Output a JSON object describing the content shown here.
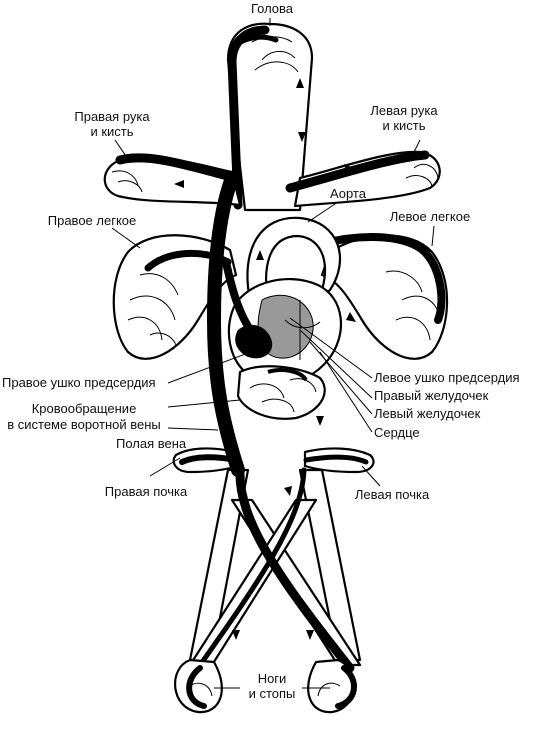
{
  "labels": {
    "head": "Голова",
    "right_arm_1": "Правая рука",
    "right_arm_2": "и кисть",
    "left_arm_1": "Левая рука",
    "left_arm_2": "и кисть",
    "aorta": "Аорта",
    "right_lung": "Правое легкое",
    "left_lung": "Левое легкое",
    "right_atrium": "Правое ушко предсердия",
    "left_atrium": "Левое ушко предсердия",
    "right_ventricle": "Правый желудочек",
    "left_ventricle": "Левый желудочек",
    "portal_1": "Кровообращение",
    "portal_2": "в системе воротной вены",
    "heart": "Сердце",
    "vena_cava": "Полая вена",
    "right_kidney": "Правая почка",
    "left_kidney": "Левая почка",
    "legs_1": "Ноги",
    "legs_2": "и стопы"
  }
}
